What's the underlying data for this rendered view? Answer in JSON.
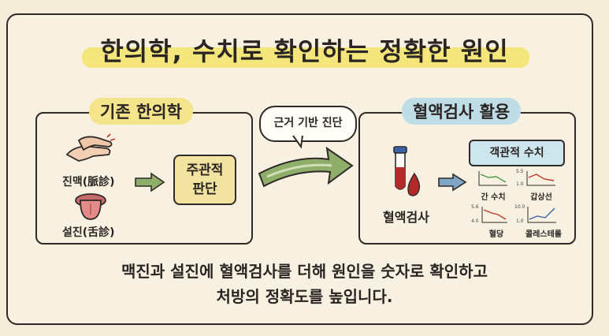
{
  "title": "한의학, 수치로 확인하는 정확한 원인",
  "left_panel": {
    "title": "기존 한의학",
    "pulse_label": "진맥(脈診)",
    "tongue_label": "설진(舌診)",
    "judgement": [
      "주관적",
      "판단"
    ]
  },
  "bubble": "근거 기반 진단",
  "right_panel": {
    "title": "혈액검사 활용",
    "blood_test_label": "혈액검사",
    "objective_label": "객관적 수치",
    "charts": [
      {
        "label": "간 수치",
        "ticks": []
      },
      {
        "label": "갑상선",
        "ticks": [
          "5.5",
          "1.0"
        ]
      },
      {
        "label": "혈당",
        "ticks": [
          "5.6",
          "4.0"
        ]
      },
      {
        "label": "콜레스테롤",
        "ticks": [
          "10.0",
          "1.0"
        ]
      }
    ]
  },
  "footer": {
    "line1": "맥진과 설진에 혈액검사를 더해 원인을 숫자로 확인하고",
    "line2": "처방의 정확도를 높입니다."
  },
  "colors": {
    "highlight": "#f5e46a",
    "left_pill": "#f4e48c",
    "right_pill": "#bfdde6",
    "arrow_green": "#8fae6a",
    "arrow_blue": "#7fa6c7",
    "blood": "#b42a2a"
  }
}
